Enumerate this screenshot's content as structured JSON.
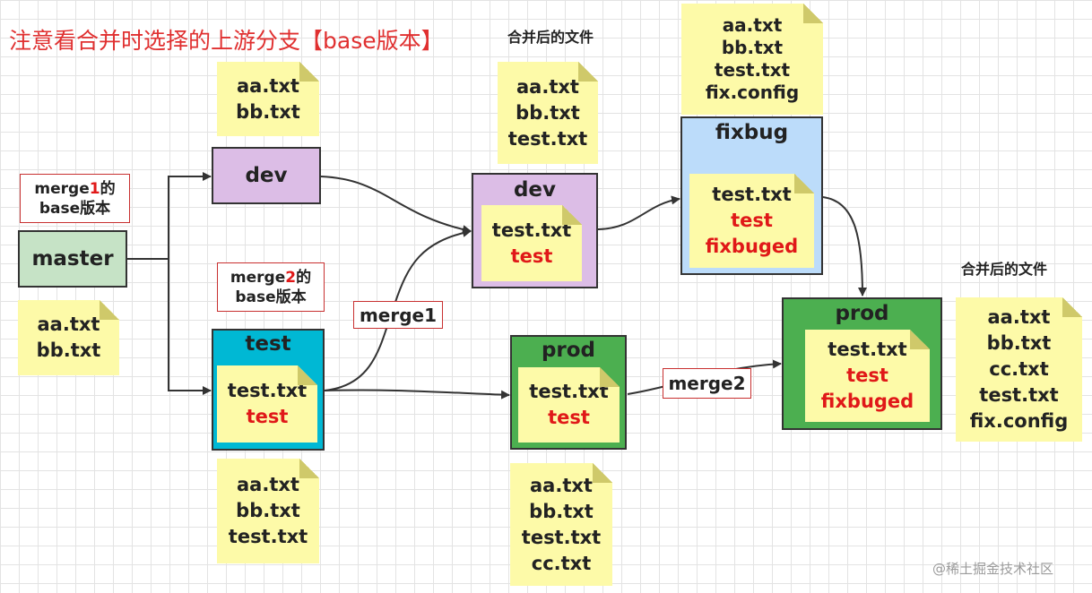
{
  "title": "注意看合并时选择的上游分支【base版本】",
  "captions": {
    "merged_files_top": "合并后的文件",
    "merged_files_right": "合并后的文件"
  },
  "watermark": "@稀土掘金技术社区",
  "merge_labels": {
    "merge1_base": {
      "prefix": "merge",
      "num": "1",
      "suffix": "的",
      "line2": "base版本"
    },
    "merge2_base": {
      "prefix": "merge",
      "num": "2",
      "suffix": "的",
      "line2": "base版本"
    },
    "merge1": "merge1",
    "merge2": "merge2"
  },
  "branches": {
    "master": {
      "name": "master",
      "files": [
        "aa.txt",
        "bb.txt"
      ]
    },
    "dev_initial": {
      "name": "dev",
      "files": [
        "aa.txt",
        "bb.txt"
      ]
    },
    "test": {
      "name": "test",
      "inner": {
        "file": "test.txt",
        "content": "test"
      },
      "files": [
        "aa.txt",
        "bb.txt",
        "test.txt"
      ]
    },
    "dev_merged": {
      "name": "dev",
      "inner": {
        "file": "test.txt",
        "content": "test"
      },
      "files": [
        "aa.txt",
        "bb.txt",
        "test.txt"
      ]
    },
    "prod_initial": {
      "name": "prod",
      "inner": {
        "file": "test.txt",
        "content": "test"
      },
      "files": [
        "aa.txt",
        "bb.txt",
        "test.txt",
        "cc.txt"
      ]
    },
    "fixbug": {
      "name": "fixbug",
      "inner": {
        "file": "test.txt",
        "content_lines": [
          "test",
          "fixbuged"
        ]
      },
      "files": [
        "aa.txt",
        "bb.txt",
        "test.txt",
        "fix.config"
      ]
    },
    "prod_merged": {
      "name": "prod",
      "inner": {
        "file": "test.txt",
        "content_lines": [
          "test",
          "fixbuged"
        ]
      },
      "files": [
        "aa.txt",
        "bb.txt",
        "cc.txt",
        "test.txt",
        "fix.config"
      ]
    }
  },
  "colors": {
    "master": "#c6e3c6",
    "dev": "#dcbde6",
    "test": "#00b8d4",
    "prod": "#4caf50",
    "fixbug": "#bcdcfa",
    "note": "#fdfaa8",
    "highlight": "#e01818"
  }
}
